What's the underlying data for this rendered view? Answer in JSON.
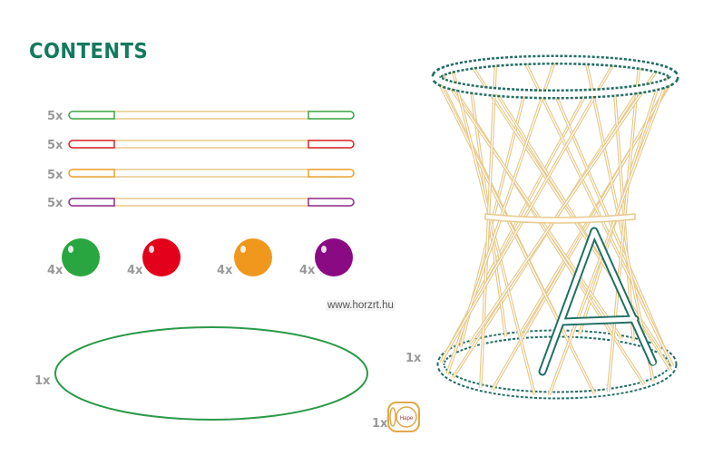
{
  "title": "CONTENTS",
  "sticks": [
    {
      "qty": "5x",
      "color": "#3aa64a"
    },
    {
      "qty": "5x",
      "color": "#d8232a"
    },
    {
      "qty": "5x",
      "color": "#f0a030"
    },
    {
      "qty": "5x",
      "color": "#8e2a8e"
    }
  ],
  "balls": [
    {
      "qty": "4x",
      "color": "#2aa640"
    },
    {
      "qty": "4x",
      "color": "#e3001b"
    },
    {
      "qty": "4x",
      "color": "#f0981e"
    },
    {
      "qty": "4x",
      "color": "#8a0a84"
    }
  ],
  "rope_ring": {
    "qty": "1x",
    "color": "#2a9a48"
  },
  "die": {
    "qty": "1x",
    "logo": "Hape"
  },
  "tower": {
    "qty": "1x"
  },
  "watermark": "www.horzrt.hu",
  "colors": {
    "stick_wood": "#e8c98a",
    "teal": "#1f6f63",
    "title": "#147a5e"
  }
}
